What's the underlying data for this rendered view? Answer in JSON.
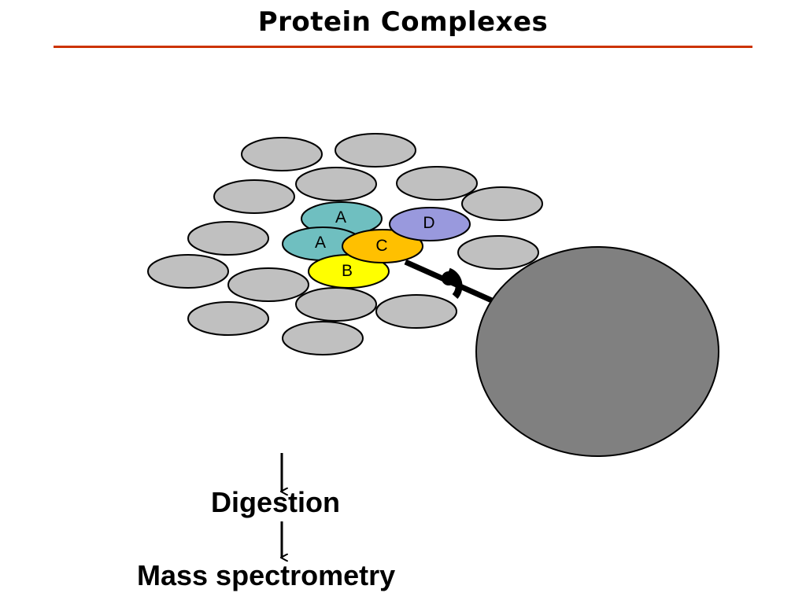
{
  "title": "Protein Complexes",
  "colors": {
    "title_rule": "#cc3300",
    "background_protein": "#c0c0c0",
    "protein_A": "#6fbfc0",
    "protein_B": "#ffff00",
    "protein_C": "#ffc000",
    "protein_D": "#9999dd",
    "bead": "#808080"
  },
  "proteins": {
    "a_top": "A",
    "a_left": "A",
    "b": "B",
    "c": "C",
    "d": "D"
  },
  "steps": [
    {
      "label": "Digestion"
    },
    {
      "label": "Mass spectrometry"
    }
  ]
}
